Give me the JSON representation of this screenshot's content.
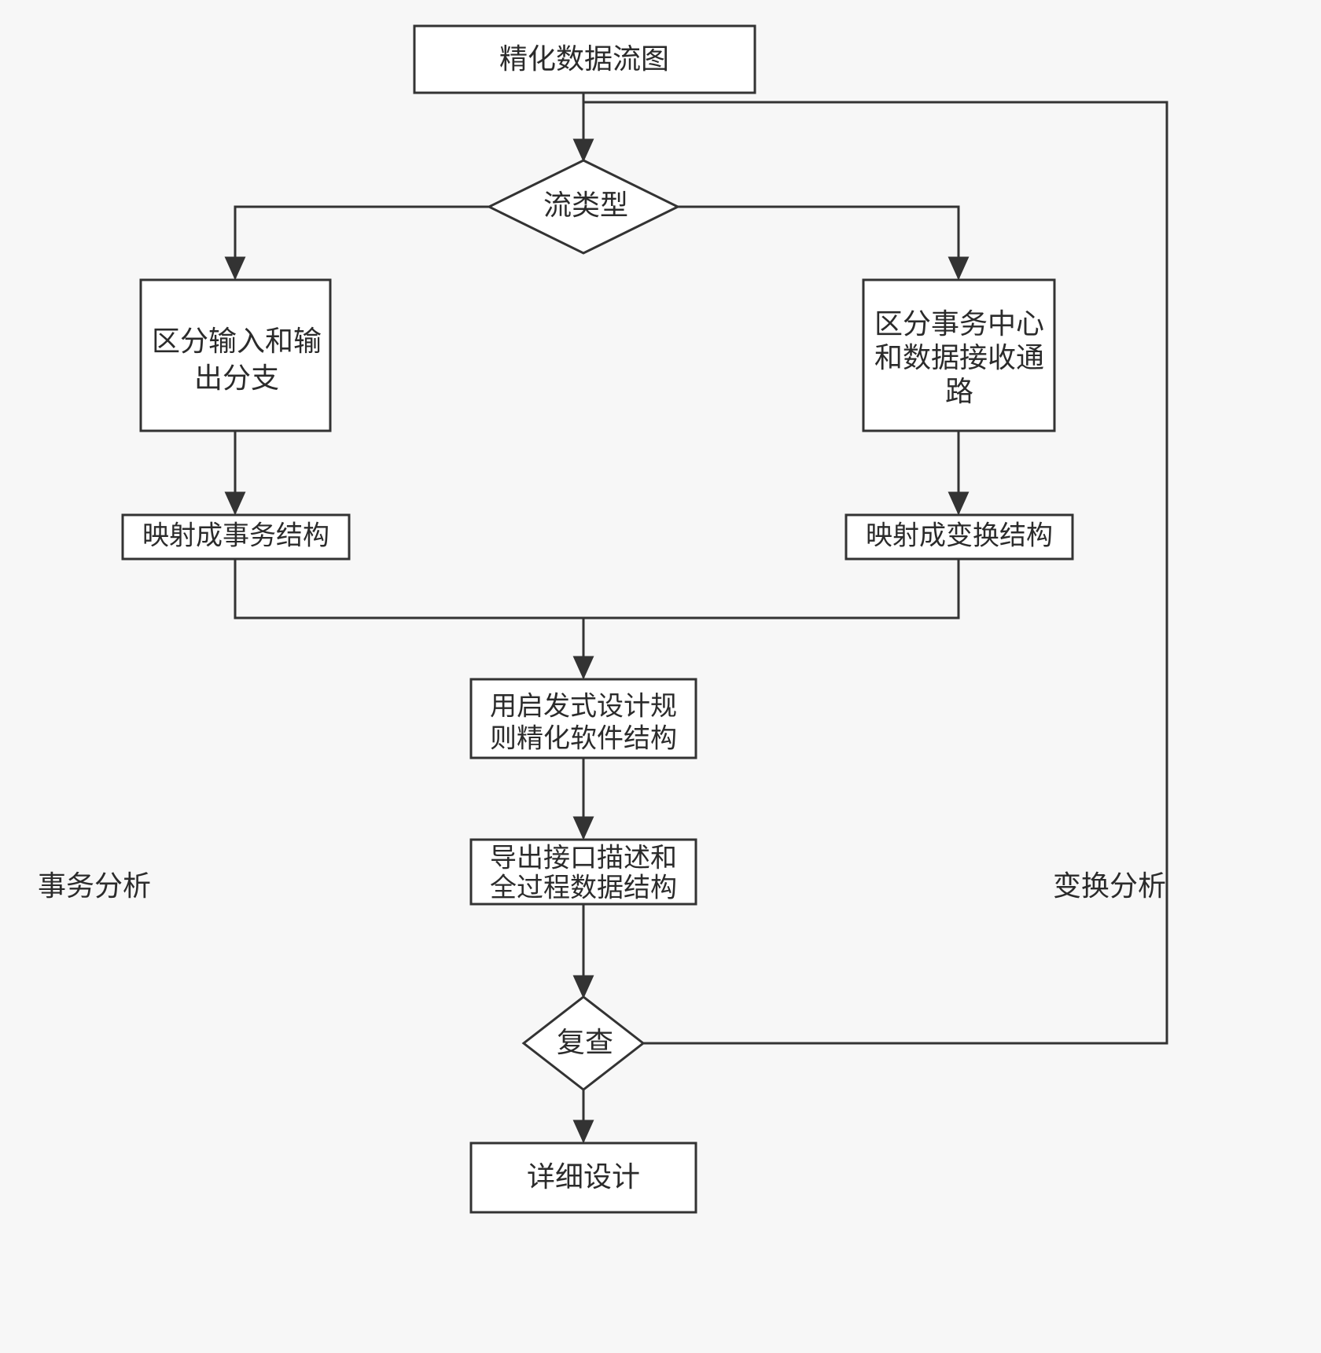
{
  "diagram": {
    "type": "flowchart",
    "title_node": "精化数据流图",
    "background_color": "#f7f7f7",
    "line_color": "#333333",
    "node_fill": "#ffffff",
    "text_color": "#2b2b2b",
    "nodes": {
      "refine_dfd": {
        "label": "精化数据流图",
        "shape": "rect"
      },
      "flow_type": {
        "label": "流类型",
        "shape": "diamond"
      },
      "distinguish_io": {
        "line1": "区分输入和输",
        "line2": "出分支",
        "shape": "rect"
      },
      "distinguish_tx": {
        "line1": "区分事务中心",
        "line2": "和数据接收通",
        "line3": "路",
        "shape": "rect"
      },
      "map_tx": {
        "label": "映射成事务结构",
        "shape": "rect"
      },
      "map_transform": {
        "label": "映射成变换结构",
        "shape": "rect"
      },
      "heuristic": {
        "line1": "用启发式设计规",
        "line2": "则精化软件结构",
        "shape": "rect"
      },
      "export_interface": {
        "line1": "导出接口描述和",
        "line2": "全过程数据结构",
        "shape": "rect"
      },
      "review": {
        "label": "复查",
        "shape": "diamond"
      },
      "detail_design": {
        "label": "详细设计",
        "shape": "rect"
      }
    },
    "side_labels": {
      "left": "事务分析",
      "right": "变换分析"
    }
  }
}
